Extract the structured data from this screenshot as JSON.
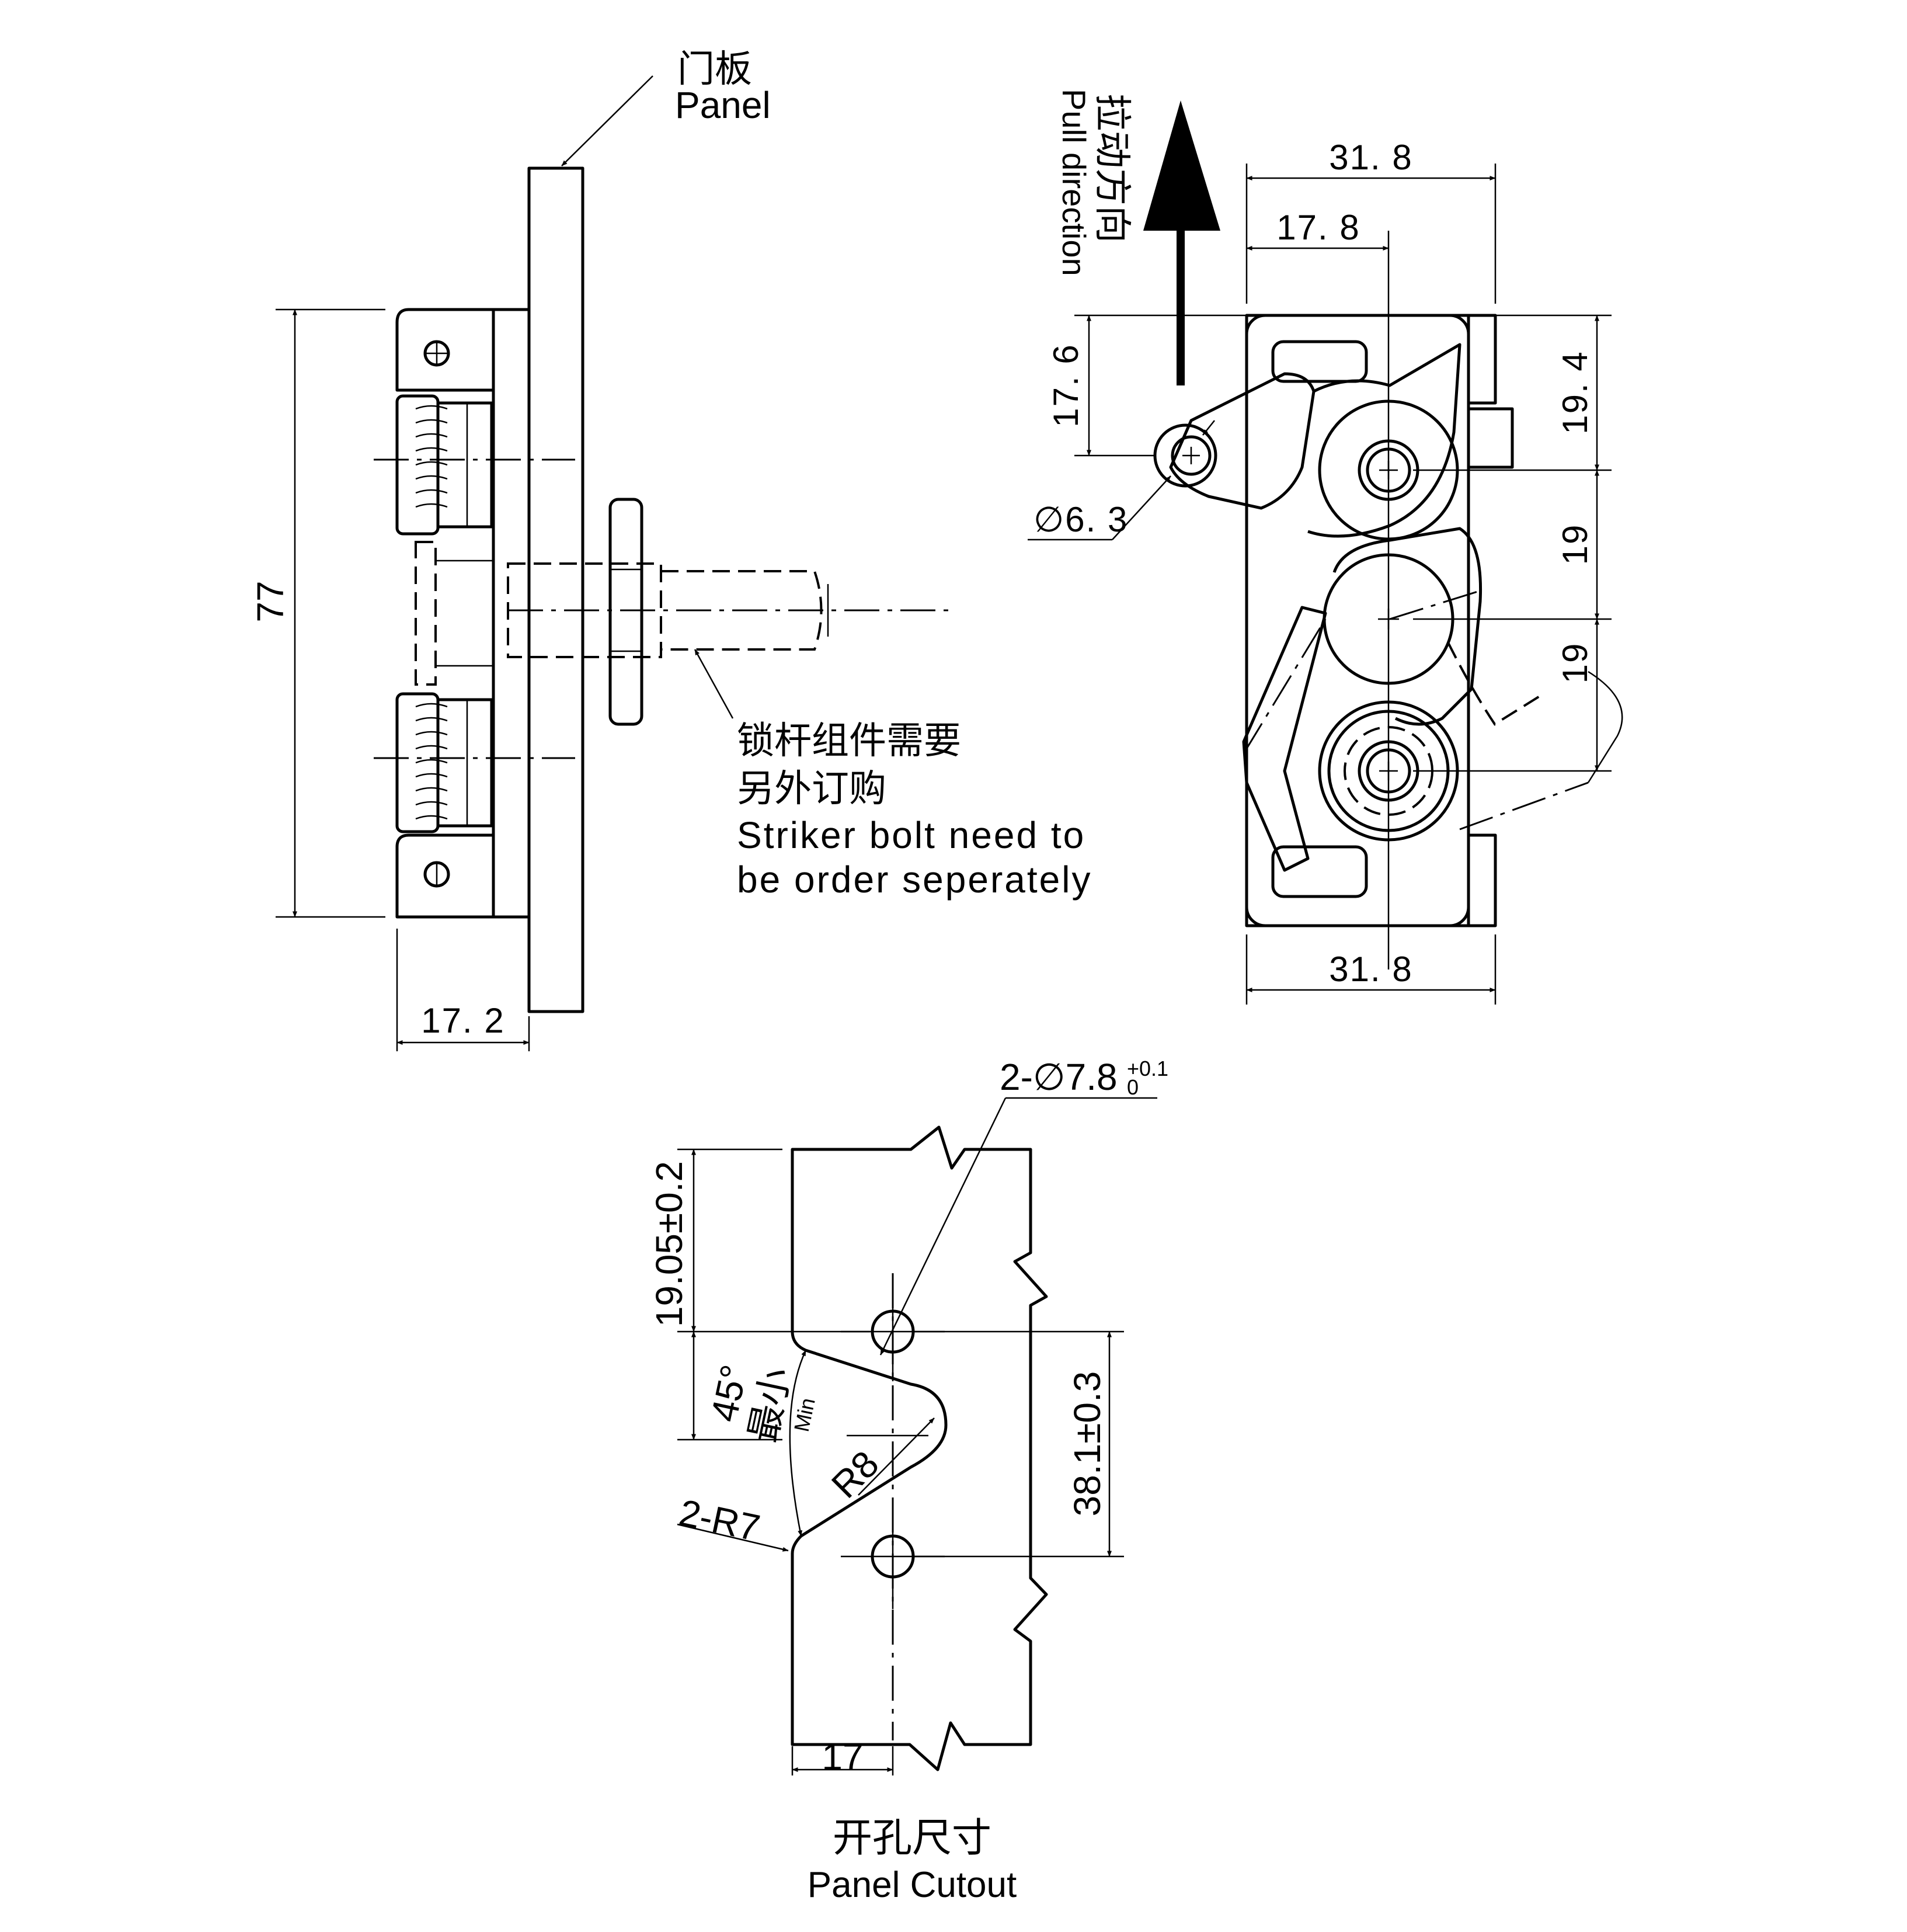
{
  "labels": {
    "panel_cn": "门板",
    "panel_en": "Panel",
    "pull_cn": "拉动方向",
    "pull_en": "Pull direction",
    "striker_cn_1": "锁杆组件需要",
    "striker_cn_2": "另外订购",
    "striker_en_1": "Striker bolt need to",
    "striker_en_2": "be order seperately",
    "cutout_cn": "开孔尺寸",
    "cutout_en": "Panel Cutout",
    "angle_min_cn": "最小",
    "angle_min_en": "Min"
  },
  "dimensions": {
    "height_77": "77",
    "depth_17_2": "17. 2",
    "width_top": "31. 8",
    "offset_17_8": "17. 8",
    "height_17_6": "17. 6",
    "hole_6_3": "∅6. 3",
    "height_19_4": "19. 4",
    "pitch_19_a": "19",
    "pitch_19_b": "19",
    "width_bottom": "31. 8",
    "holes_2x7_8": "2-∅7.8",
    "tol_plus": "+0.1",
    "tol_zero": "0",
    "offset_19_05": "19.05±0.2",
    "pitch_38_1": "38.1±0.3",
    "angle_45": "45°",
    "radius_r8": "R8",
    "radius_2r7": "2-R7",
    "width_17": "17"
  }
}
